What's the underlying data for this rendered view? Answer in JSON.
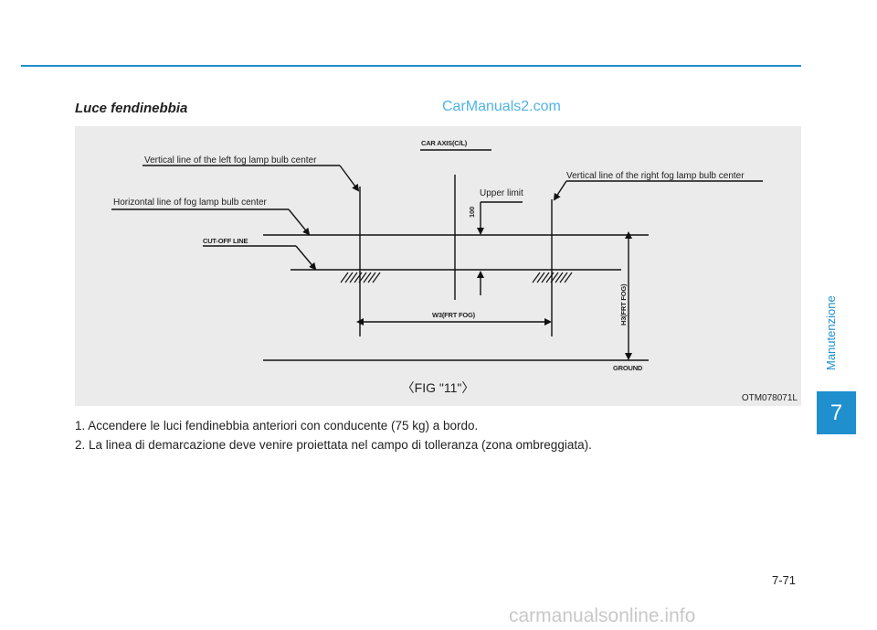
{
  "header": {
    "section_title": "Luce fendinebbia",
    "watermark": "CarManuals2.com"
  },
  "figure": {
    "labels": {
      "car_axis": "CAR AXIS(C/L)",
      "left_vertical": "Vertical line of the left fog lamp bulb center",
      "right_vertical": "Vertical line of the right fog lamp bulb center",
      "horizontal": "Horizontal line of fog lamp bulb center",
      "upper_limit": "Upper limit",
      "cutoff": "CUT-OFF LINE",
      "dim_100": "100",
      "w3": "W3(FRT FOG)",
      "h3": "H3(FRT FOG)",
      "ground": "GROUND"
    },
    "caption": "〈FIG \"11\"〉",
    "code": "OTM078071L"
  },
  "steps": [
    "1. Accendere le luci fendinebbia anteriori con conducente (75 kg) a bordo.",
    "2. La linea di demarcazione deve venire proiettata nel campo di tolleranza (zona ombreggiata)."
  ],
  "side_tab": {
    "label": "Manutenzione",
    "chapter": "7",
    "color": "#1f8fce"
  },
  "footer": {
    "page_number": "7-71",
    "watermark": "carmanualsonline.info"
  }
}
